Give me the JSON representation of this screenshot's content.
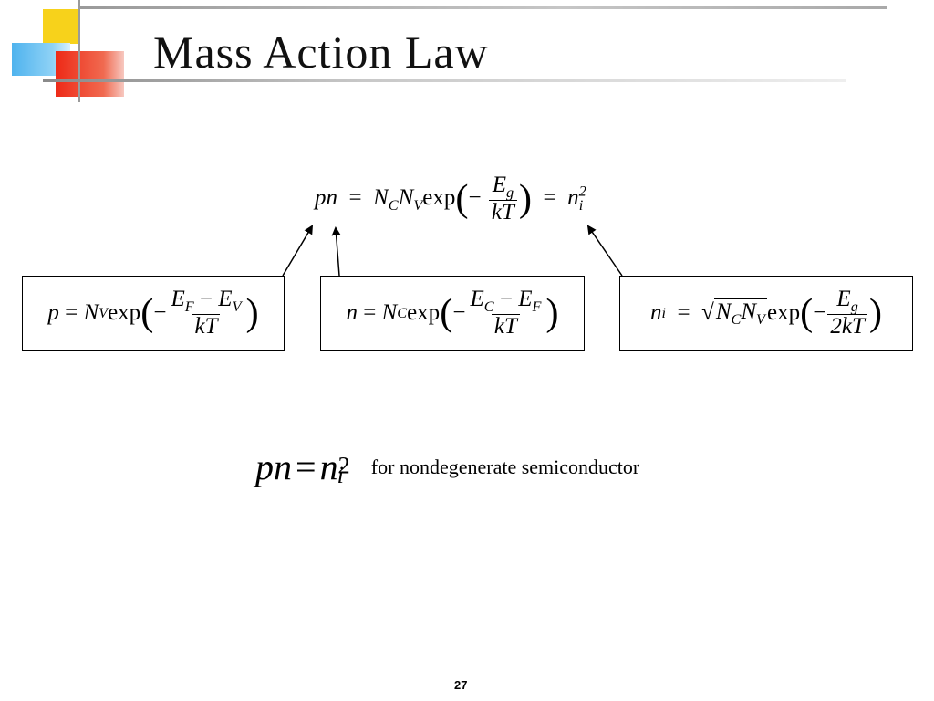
{
  "slide": {
    "title": "Mass Action Law",
    "page_number": "27"
  },
  "main_equation": {
    "lhs": "pn",
    "eq1": "=",
    "nc": "N",
    "nc_sub": "C",
    "nv": "N",
    "nv_sub": "V",
    "exp": "exp",
    "minus": "−",
    "frac_num": "E",
    "frac_num_sub": "g",
    "frac_den": "kT",
    "eq2": "=",
    "rhs": "n",
    "rhs_sub": "i",
    "rhs_sup": "2"
  },
  "box_p": {
    "lhs": "p",
    "eq": "=",
    "coef": "N",
    "coef_sub": "V",
    "exp": "exp",
    "minus": "−",
    "num_a": "E",
    "num_a_sub": "F",
    "num_op": "−",
    "num_b": "E",
    "num_b_sub": "V",
    "den": "kT"
  },
  "box_n": {
    "lhs": "n",
    "eq": "=",
    "coef": "N",
    "coef_sub": "C",
    "exp": "exp",
    "minus": "−",
    "num_a": "E",
    "num_a_sub": "C",
    "num_op": "−",
    "num_b": "E",
    "num_b_sub": "F",
    "den": "kT"
  },
  "box_ni": {
    "lhs": "n",
    "lhs_sub": "i",
    "eq": "=",
    "root_a": "N",
    "root_a_sub": "C",
    "root_b": "N",
    "root_b_sub": "V",
    "exp": "exp",
    "minus": "−",
    "num": "E",
    "num_sub": "g",
    "den": "2kT"
  },
  "law": {
    "lhs": "pn",
    "eq": "=",
    "rhs": "n",
    "rhs_sub": "i",
    "rhs_sup": "2",
    "note": "for nondegenerate semiconductor"
  }
}
